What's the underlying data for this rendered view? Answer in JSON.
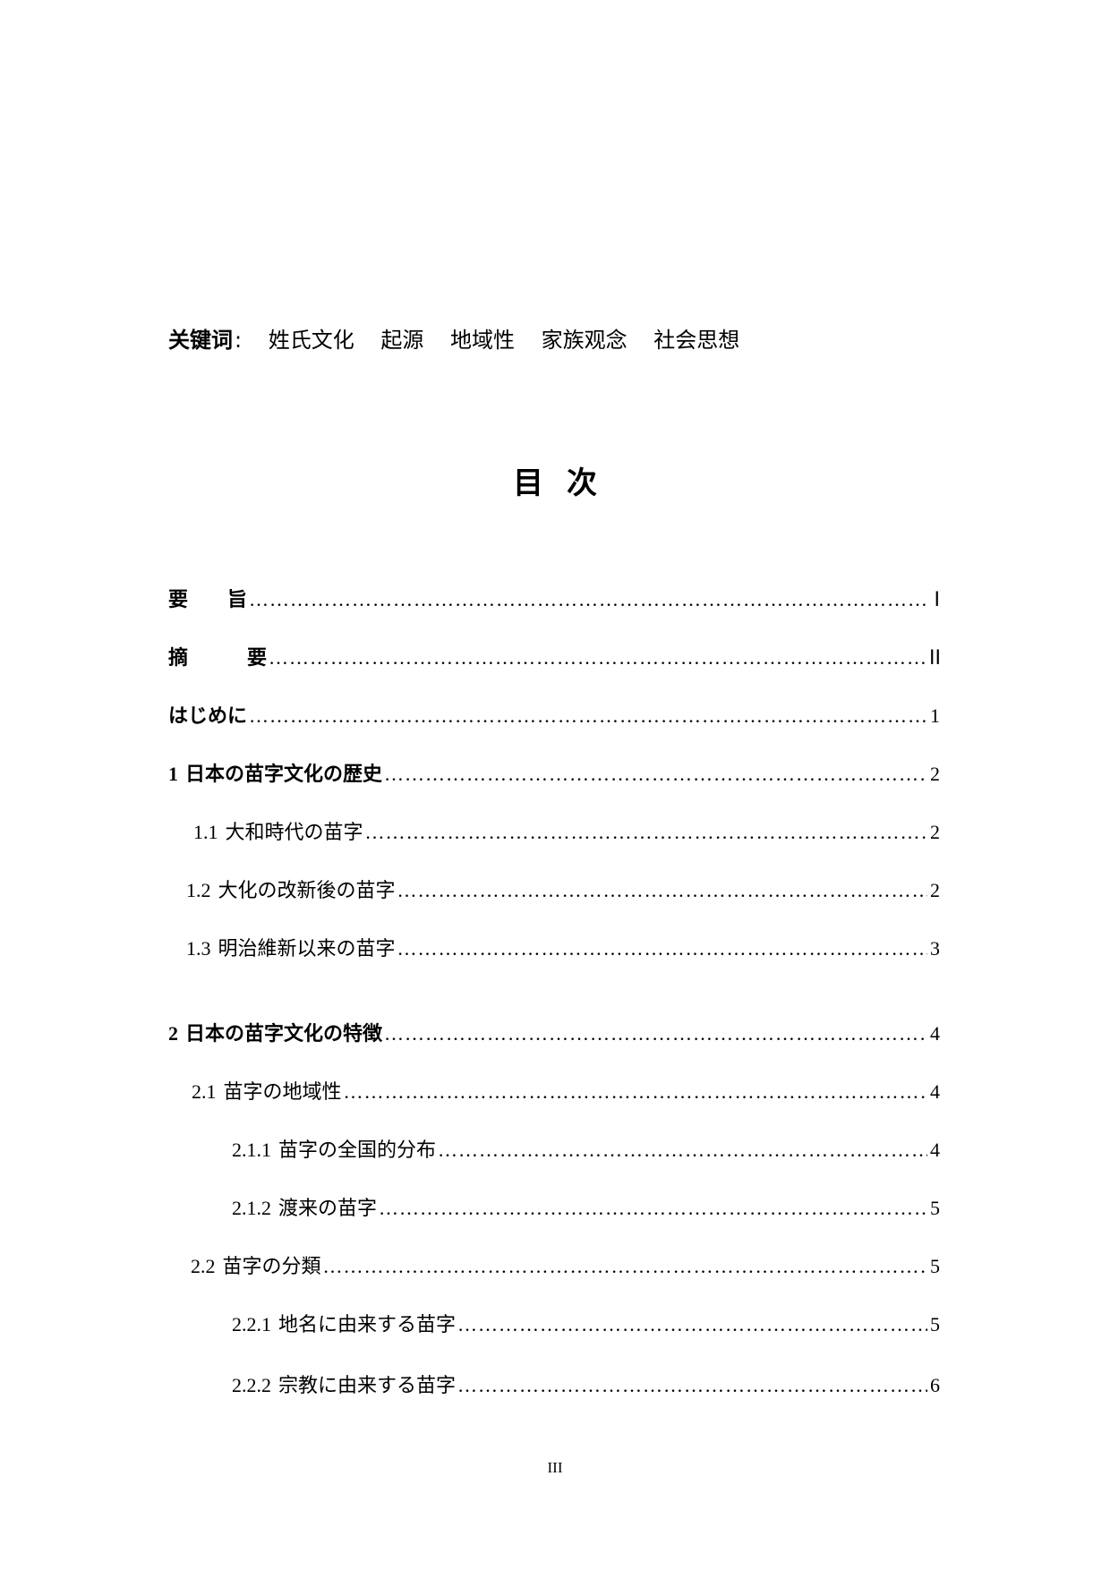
{
  "keywords": {
    "label": "关键词",
    "colon": ":",
    "items": [
      "姓氏文化",
      "起源",
      "地域性",
      "家族观念",
      "社会思想"
    ]
  },
  "toc": {
    "title": "目次",
    "entries": [
      {
        "num": "",
        "text": "要　　旨",
        "page": "I",
        "level": 0,
        "bold": true
      },
      {
        "num": "",
        "text": "摘　　　要",
        "page": "II",
        "level": 0,
        "bold": true
      },
      {
        "num": "",
        "text": "はじめに",
        "page": "1",
        "level": 0,
        "bold": true
      },
      {
        "num": "1",
        "text": "日本の苗字文化の歴史",
        "page": "2",
        "level": 0,
        "bold": true
      },
      {
        "num": "1.1",
        "text": "大和時代の苗字",
        "page": "2",
        "level": 1,
        "bold": false
      },
      {
        "num": "1.2",
        "text": "大化の改新後の苗字",
        "page": "2",
        "level": 1,
        "bold": false
      },
      {
        "num": "1.3",
        "text": "明治維新以来の苗字",
        "page": "3",
        "level": 1,
        "bold": false
      },
      {
        "num": "2",
        "text": "日本の苗字文化の特徴",
        "page": "4",
        "level": 0,
        "bold": true
      },
      {
        "num": "2.1",
        "text": "苗字の地域性",
        "page": "4",
        "level": 1,
        "bold": false
      },
      {
        "num": "2.1.1",
        "text": "苗字の全国的分布",
        "page": "4",
        "level": 2,
        "bold": false
      },
      {
        "num": "2.1.2",
        "text": "渡来の苗字",
        "page": "5",
        "level": 2,
        "bold": false
      },
      {
        "num": "2.2",
        "text": "苗字の分類",
        "page": "5",
        "level": 1,
        "bold": false
      },
      {
        "num": "2.2.1",
        "text": "地名に由来する苗字",
        "page": "5",
        "level": 2,
        "bold": false
      },
      {
        "num": "2.2.2",
        "text": "宗教に由来する苗字",
        "page": "6",
        "level": 2,
        "bold": false
      }
    ]
  },
  "footer": {
    "page_number": "III"
  }
}
